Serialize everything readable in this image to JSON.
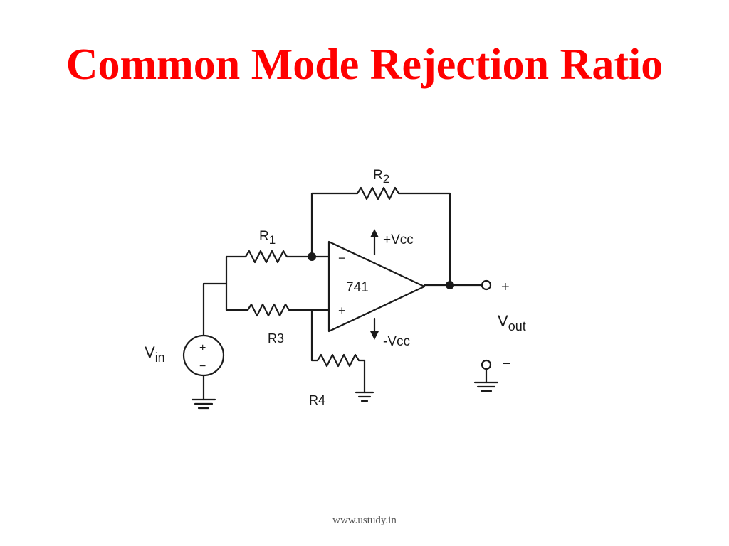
{
  "slide": {
    "title": "Common Mode Rejection Ratio",
    "footer": "www.ustudy.in"
  },
  "circuit": {
    "opamp_label": "741",
    "opamp_minus": "−",
    "opamp_plus": "+",
    "r1": {
      "name": "R",
      "sub": "1"
    },
    "r2": {
      "name": "R",
      "sub": "2"
    },
    "r3": "R3",
    "r4": "R4",
    "vcc_pos": "+Vcc",
    "vcc_neg": "-Vcc",
    "vin": {
      "name": "V",
      "sub": "in"
    },
    "source_plus": "+",
    "source_minus": "−",
    "vout": {
      "name": "V",
      "sub": "out"
    },
    "out_plus": "+",
    "out_minus": "−"
  }
}
